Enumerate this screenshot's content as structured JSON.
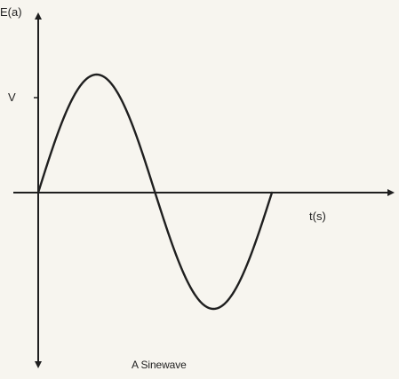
{
  "diagram": {
    "y_axis_label": "E(a)",
    "peak_label": "V",
    "x_axis_label": "t(s)",
    "caption": "A Sinewave"
  },
  "colors": {
    "background": "#f7f5ef",
    "ink": "#1f1f1f"
  }
}
